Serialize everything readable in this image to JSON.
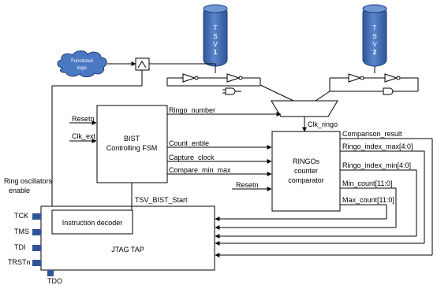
{
  "colors": {
    "tsv_fill": "#3f6ab0",
    "tsv_stroke": "#1f3f7a",
    "cloud_fill": "#4a78c2",
    "buffer_fill": "#ffffff",
    "wire": "#000000"
  },
  "tsvs": [
    {
      "letters": [
        "T",
        "S",
        "V"
      ],
      "index": "1"
    },
    {
      "letters": [
        "T",
        "S",
        "V"
      ],
      "index": "2"
    }
  ],
  "functional_logic": {
    "line1": "Functional",
    "line2": "logic"
  },
  "bist": {
    "title1": "BIST",
    "title2": "Controlling FSM",
    "in_resetn": "Resetn",
    "in_clk_ext": "Clk_ext",
    "out_ringo_number": "Ringo_number",
    "out_count_enble": "Count_enble",
    "out_capture_clock": "Capture_clock",
    "out_compare_min_max": "Compare_min_max",
    "tsv_bist_start": "TSV_BIST_Start"
  },
  "ringos": {
    "line1": "RINGOs",
    "line2": "counter",
    "line3": "comparator",
    "clk_ringo": "Clk_ringo",
    "in_resetn": "Resetn",
    "out_comparison_result": "Comparison_result",
    "out_ringo_index_max": "Ringo_index_max[4:0]",
    "out_ringo_index_min": "Ringo_index_min[4:0]",
    "out_min_count": "Min_count[11:0]",
    "out_max_count": "Max_count[11:0]"
  },
  "ring_osc_enable": {
    "line1": "Ring oscillators",
    "line2": "enable"
  },
  "jtag": {
    "title": "JTAG TAP",
    "decoder": "Instruction decoder",
    "pins": [
      "TCK",
      "TMS",
      "TDI",
      "TRSTn"
    ],
    "tdo": "TDO"
  }
}
